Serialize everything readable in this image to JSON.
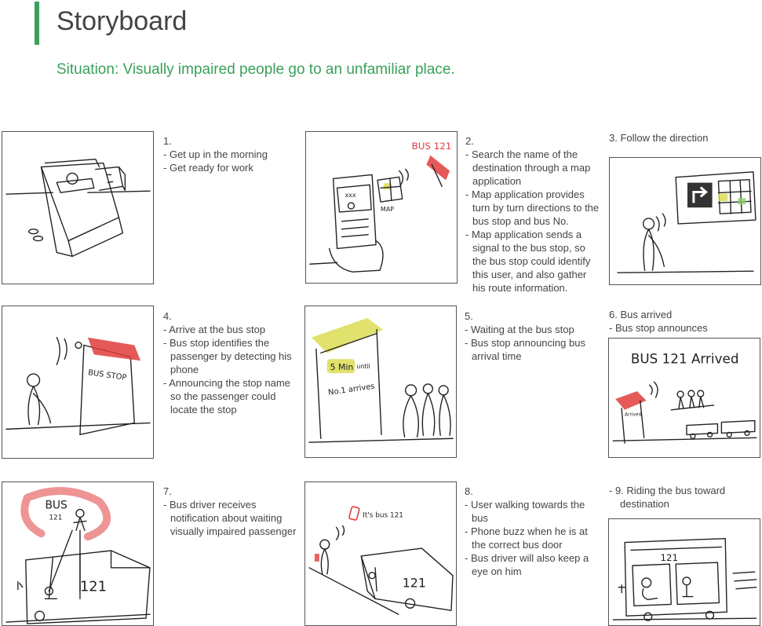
{
  "header": {
    "title": "Storyboard",
    "situation": "Situation: Visually impaired people go to an unfamiliar place."
  },
  "colors": {
    "accent": "#3aa15a",
    "text": "#444444",
    "sketch_red": "#e03c3c",
    "sketch_yellow": "#d9d94a"
  },
  "panels": [
    {
      "number": "1.",
      "items": [
        "Get up in the morning",
        "Get ready for work"
      ]
    },
    {
      "number": "2.",
      "items": [
        "Search the name of the destination through a map application",
        "Map application provides turn by turn directions to the bus stop and bus No.",
        "Map application sends a signal to the bus stop, so the bus stop could identify this user, and also gather his route information."
      ]
    },
    {
      "number": "3.",
      "heading": "Follow the direction",
      "items": []
    },
    {
      "number": "4.",
      "items": [
        "Arrive at the bus stop",
        "Bus stop identifies the passenger by detecting his phone",
        "Announcing the stop name so the passenger could locate the stop"
      ]
    },
    {
      "number": "5.",
      "items": [
        "Waiting at the bus stop",
        "Bus stop announcing bus arrival time"
      ]
    },
    {
      "number": "6.",
      "heading": "Bus arrived",
      "items": [
        "Bus stop announces"
      ]
    },
    {
      "number": "7.",
      "items": [
        "Bus driver receives notification about waiting visually impaired passenger"
      ]
    },
    {
      "number": "8.",
      "items": [
        "User walking towards the bus",
        "Phone buzz when he is at the correct bus door",
        "Bus driver will also keep a eye on him"
      ]
    },
    {
      "number": "9.",
      "heading": "Riding the bus toward destination",
      "items": []
    }
  ],
  "sketch_text": {
    "p2_bus": "BUS 121",
    "p2_map": "MAP",
    "p2_phone": "xxx",
    "p4_stop": "BUS STOP",
    "p5_min": "5 Min",
    "p5_until": "until",
    "p5_arrive": "No.1 arrives",
    "p6_arrived": "BUS 121 Arrived",
    "p6_sign": "Arrived",
    "p7_bus": "BUS",
    "p7_num": "121",
    "p7_side": "121",
    "p8_its": "It's bus 121",
    "p8_side": "121",
    "p9_num": "121"
  }
}
